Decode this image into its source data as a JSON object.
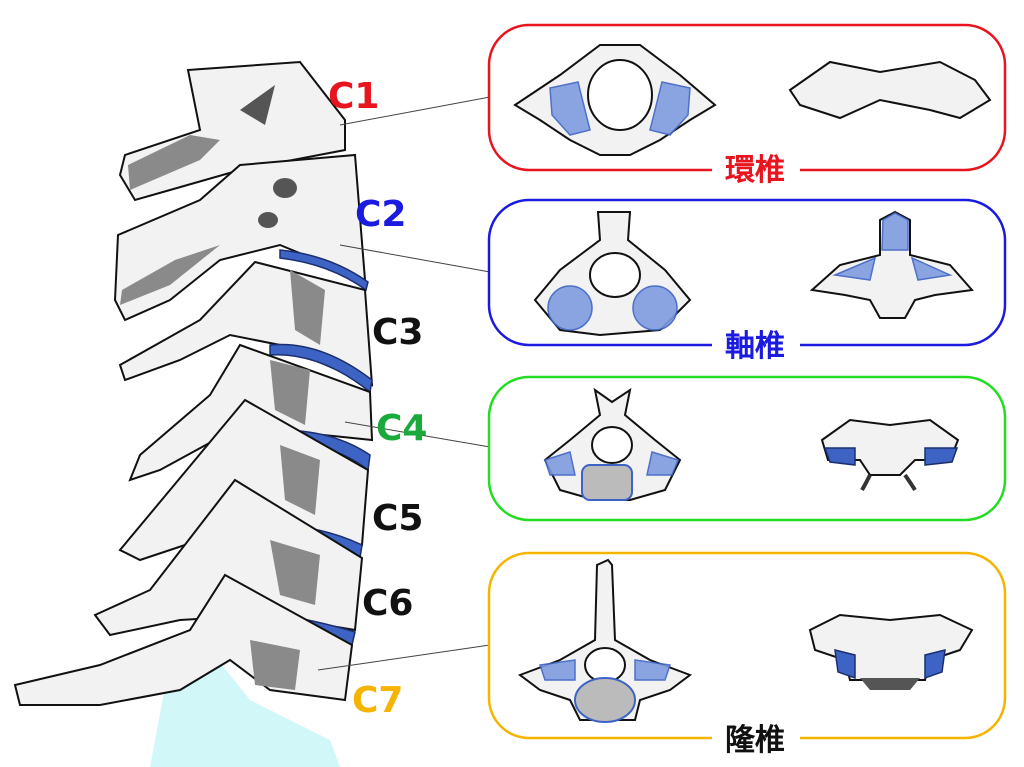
{
  "spine_labels": [
    {
      "text": "C1",
      "color": "#e8141e"
    },
    {
      "text": "C2",
      "color": "#1a1ae0"
    },
    {
      "text": "C3",
      "color": "#111111"
    },
    {
      "text": "C4",
      "color": "#1aaa3c"
    },
    {
      "text": "C5",
      "color": "#111111"
    },
    {
      "text": "C6",
      "color": "#111111"
    },
    {
      "text": "C7",
      "color": "#f5b400"
    }
  ],
  "panels": [
    {
      "title": "環椎",
      "border_color": "#e8141e",
      "title_color": "#e8141e"
    },
    {
      "title": "軸椎",
      "border_color": "#1a1ae0",
      "title_color": "#1a1ae0"
    },
    {
      "title": "",
      "border_color": "#22dd22",
      "title_color": "#22dd22"
    },
    {
      "title": "隆椎",
      "border_color": "#f5b400",
      "title_color": "#111111"
    }
  ]
}
